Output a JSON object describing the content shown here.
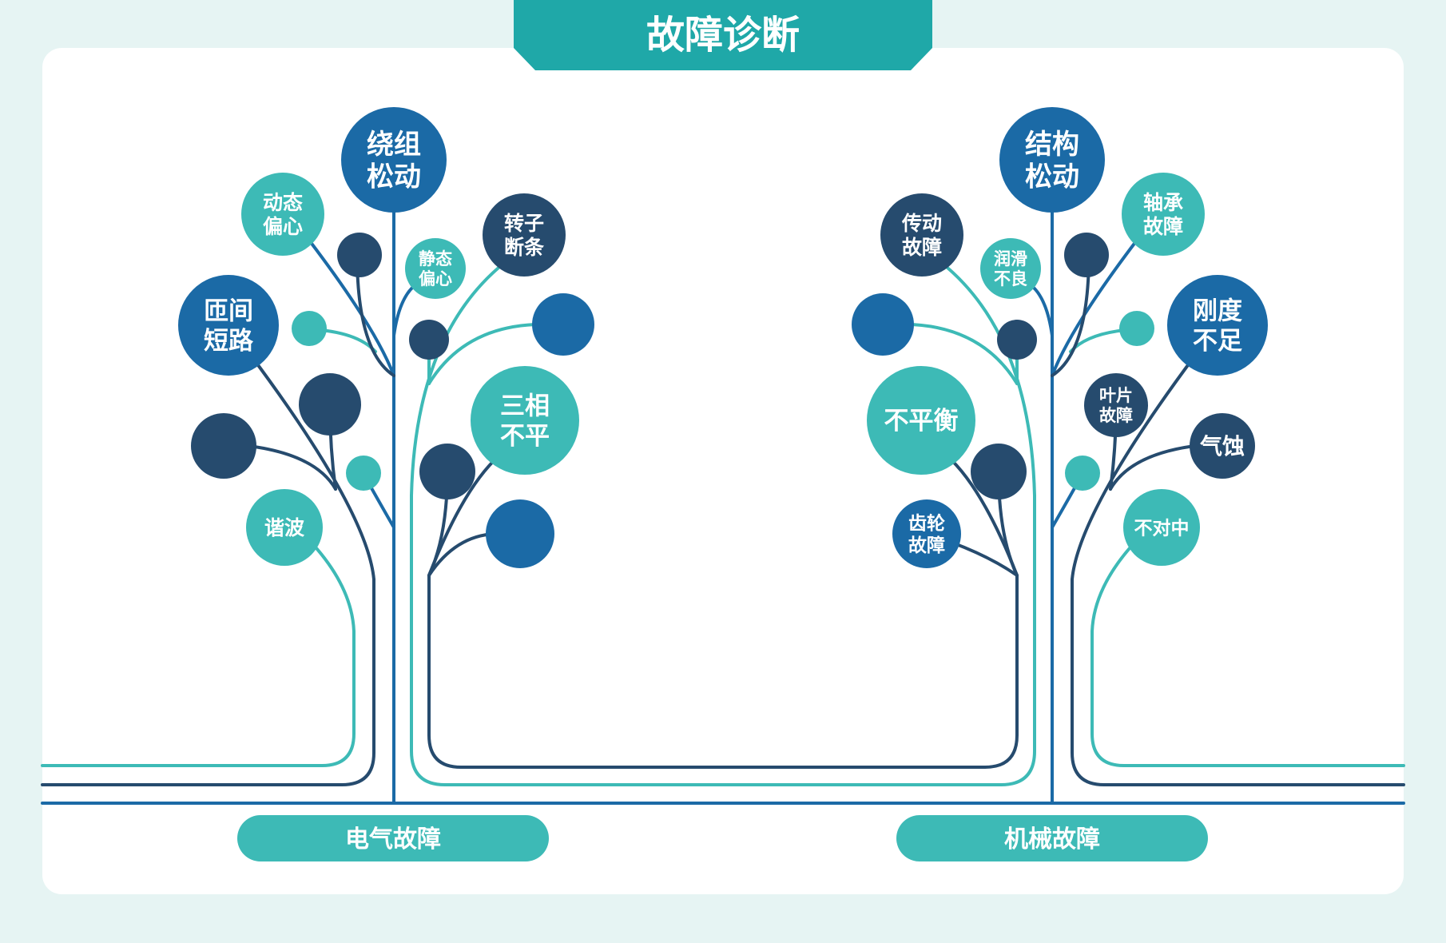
{
  "title": "故障诊断",
  "colors": {
    "frame": "#e6f4f3",
    "panel": "#ffffff",
    "banner": "#1fa8a8",
    "navy": "#264b6e",
    "blue": "#1b6aa6",
    "teal": "#3dbab6",
    "text": "#ffffff"
  },
  "groups": [
    {
      "label": "电气故障",
      "nodes": [
        {
          "lines": [
            "绕组",
            "松动"
          ],
          "color": "blue"
        },
        {
          "lines": [
            "动态",
            "偏心"
          ],
          "color": "teal"
        },
        {
          "lines": [
            "匝间",
            "短路"
          ],
          "color": "blue"
        },
        {
          "lines": [
            "静态",
            "偏心"
          ],
          "color": "teal"
        },
        {
          "lines": [
            "转子",
            "断条"
          ],
          "color": "navy"
        },
        {
          "lines": [
            "三相",
            "不平"
          ],
          "color": "teal"
        },
        {
          "lines": [
            "谐波"
          ],
          "color": "teal"
        }
      ]
    },
    {
      "label": "机械故障",
      "nodes": [
        {
          "lines": [
            "结构",
            "松动"
          ],
          "color": "blue"
        },
        {
          "lines": [
            "传动",
            "故障"
          ],
          "color": "navy"
        },
        {
          "lines": [
            "轴承",
            "故障"
          ],
          "color": "teal"
        },
        {
          "lines": [
            "润滑",
            "不良"
          ],
          "color": "teal"
        },
        {
          "lines": [
            "刚度",
            "不足"
          ],
          "color": "blue"
        },
        {
          "lines": [
            "不平衡"
          ],
          "color": "teal"
        },
        {
          "lines": [
            "叶片",
            "故障"
          ],
          "color": "navy"
        },
        {
          "lines": [
            "气蚀"
          ],
          "color": "navy"
        },
        {
          "lines": [
            "齿轮",
            "故障"
          ],
          "color": "blue"
        },
        {
          "lines": [
            "不对中"
          ],
          "color": "teal"
        }
      ]
    }
  ]
}
